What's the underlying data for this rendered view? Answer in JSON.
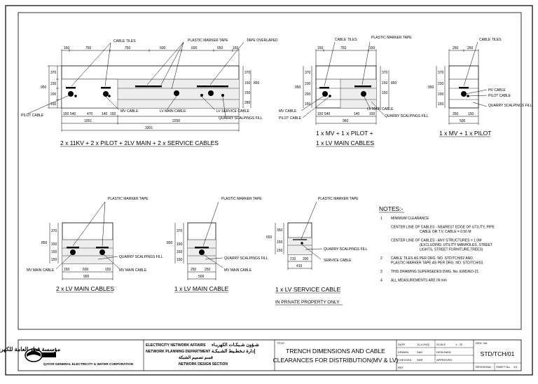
{
  "drawing": {
    "d1": {
      "caption": "2 x 11KV + 2 x PILOT + 2LV MAIN + 2 x SERVICE CABLES",
      "labels": {
        "cable_tiles": "CABLE TILES",
        "plastic_marker_tape": "PLASTIC MARKER TAPE",
        "tape_overlaped": "TAPE OVERLAPED",
        "pilot_cable": "PILOT CABLE",
        "mv_cable": "MV CABLE",
        "lv_main_cable": "LV MAIN CABLE",
        "lv_service_cable": "LV SERVICE CABLE",
        "quarry": "QUARRY SCALPINGS FILL"
      },
      "dims": {
        "top": [
          "150",
          "750",
          "750",
          "600",
          "600",
          "650",
          "150"
        ],
        "left": [
          "370",
          "230",
          "200",
          "150"
        ],
        "depth": "950",
        "right": [
          "370",
          "150",
          "150",
          "280"
        ],
        "right_depth": "850",
        "bottom1": [
          "150",
          "540",
          "470",
          "140",
          "150"
        ],
        "bottom2": [
          "1051",
          "2250"
        ],
        "total": "3301"
      }
    },
    "d2": {
      "caption_line1": "1 x MV + 1 x PILOT +",
      "caption_line2": "1 x LV MAIN  CABLES",
      "labels": {
        "cable_tiles": "CABLE TILES",
        "plastic_marker_tape": "PLASTIC MARKER TAPE",
        "lv_main_cable": "LV MAIN CABLE",
        "mv_cable": "MV CABLE",
        "pilot_cable": "PILOT CABLE",
        "quarry": "QUARRY SCALPINGS FILL"
      },
      "dims": {
        "top": [
          "150",
          "750",
          "150"
        ],
        "left": [
          "370",
          "230",
          "200",
          "150"
        ],
        "depth": "950",
        "right": [
          "370",
          "150",
          "150"
        ],
        "right_depth": "850",
        "bottom1": [
          "150",
          "540",
          "140",
          "150"
        ],
        "bottom2": [
          "960"
        ]
      }
    },
    "d3": {
      "caption": "1 x MV + 1 x PILOT",
      "labels": {
        "cable_tiles": "CABLE TILES",
        "hv_cable": "HV CABLE",
        "pilot_cable": "PILOT CABLE",
        "quarry": "QUARRY SCALPINGS FILL"
      },
      "dims": {
        "top": [
          "250",
          "250"
        ],
        "left": [
          "370",
          "230",
          "200",
          "150"
        ],
        "depth": "950",
        "bottom1": [
          "250",
          "150"
        ],
        "bottom2": [
          "500"
        ]
      }
    },
    "d4": {
      "caption": "2 x LV MAIN  CABLES",
      "labels": {
        "plastic_marker_tape": "PLASTIC MARKER TAPE",
        "quarry": "QUARRY SCALPINGS FILL",
        "mv_main_cable_l": "MV MAIN CABLE",
        "mv_main_cable_r": "MV MAIN CABLE"
      },
      "dims": {
        "left": [
          "370",
          "150",
          "150",
          "150"
        ],
        "depth": "850",
        "bottom1": [
          "150",
          "600",
          "150"
        ],
        "bottom2": [
          "900"
        ]
      }
    },
    "d5": {
      "caption": "1 x LV MAIN  CABLE",
      "labels": {
        "plastic_marker_tape": "PLASTIC MARKER TAPE",
        "quarry": "QUARRY SCALPINGS FILL",
        "mv_main_cable": "MV MAIN CABLE"
      },
      "dims": {
        "left": [
          "370",
          "150",
          "150",
          "150"
        ],
        "depth": "850",
        "bottom1": [
          "250",
          "250"
        ],
        "bottom2": [
          "500"
        ]
      }
    },
    "d6": {
      "caption": "1 x LV SERVICE  CABLE",
      "subcaption": "IN PRIVATE PROPERTY ONLY",
      "labels": {
        "plastic_marker_tape": "PLASTIC MARKER TAPE",
        "quarry": "QUARRY SCALPINGS FILL",
        "service_cable": "SERVICE CABLE"
      },
      "dims": {
        "left": [
          "350",
          "150",
          "150"
        ],
        "depth": "650",
        "bottom1": [
          "210",
          "200"
        ],
        "bottom2": [
          "410"
        ]
      }
    }
  },
  "notes": {
    "title": "NOTES:-",
    "items": [
      {
        "num": "1",
        "lines": [
          "MINIMUM CLEARANCE"
        ]
      },
      {
        "num": "",
        "lines": [
          "CENTER LINE OF CABLES - NEAREST EDGE OF UTILITY, PIPE",
          "CABLE OR T.V. CABLE = 0.50 M"
        ]
      },
      {
        "num": "",
        "lines": [
          "CENTER LINE OF CABLES - ANY STRUCTURES = 1.0M",
          "(EXCLUDING: UTILITY MANHOLES, STREET",
          "LIGHTS, STREET FURNITURE,TREES)"
        ]
      },
      {
        "num": "2",
        "lines": [
          "CABLE TILES AS PER DRG. NO. STD/TCH/02 AND",
          "PLASTIC MARKER TAPE AS PER DRG. NO. STD/TCH/03."
        ]
      },
      {
        "num": "3",
        "lines": [
          "THIS DRAWING SUPERSEDES DWG. No. EWD/ED-21."
        ]
      },
      {
        "num": "4",
        "lines": [
          "ALL MEASUREMENTS ARE IN mm"
        ]
      }
    ]
  },
  "title_block": {
    "logo_arabic": "مؤسسة قطر العامة للكهرباء والماء",
    "company": "QATAR GENERAL ELECTRICITY & WATER CORPORATION",
    "dept_en1": "ELECTRICITY NETWORK AFFAIRS",
    "dept_en2": "NETWORK PLANNING DEPARTMENT",
    "dept_ar1": "شـؤون شـبكـات الكهربـاء",
    "dept_ar2": "إدارة تـخطـيط الشـبكـة",
    "dept_ar3": "قسم تصميم الشبكة",
    "section": "NETWORK DESIGN SECTION",
    "title_label": "TITLE",
    "title_line1": "TRENCH DIMENSIONS AND CABLE",
    "title_line2": "CLEARANCES FOR DISTRIBUTION(MV & LV)",
    "rows": [
      {
        "k": "DATE",
        "v": "11-4-2002",
        "k2": "SCALE",
        "v2": "1 : 20"
      },
      {
        "k": "DRAWN",
        "v": "SAD",
        "k2": "DESIGNED",
        "v2": ""
      },
      {
        "k": "CHECKED",
        "v": "SDR",
        "k2": "APPROVED",
        "v2": ""
      },
      {
        "k": "REF",
        "v": "",
        "k2": "",
        "v2": ""
      }
    ],
    "drg_label": "DRG. No.",
    "drg_no": "STD/TCH/01",
    "revision_label": "REVISION",
    "revision": "A",
    "sheet_label": "SHEET No.",
    "sheet": "1/1"
  }
}
